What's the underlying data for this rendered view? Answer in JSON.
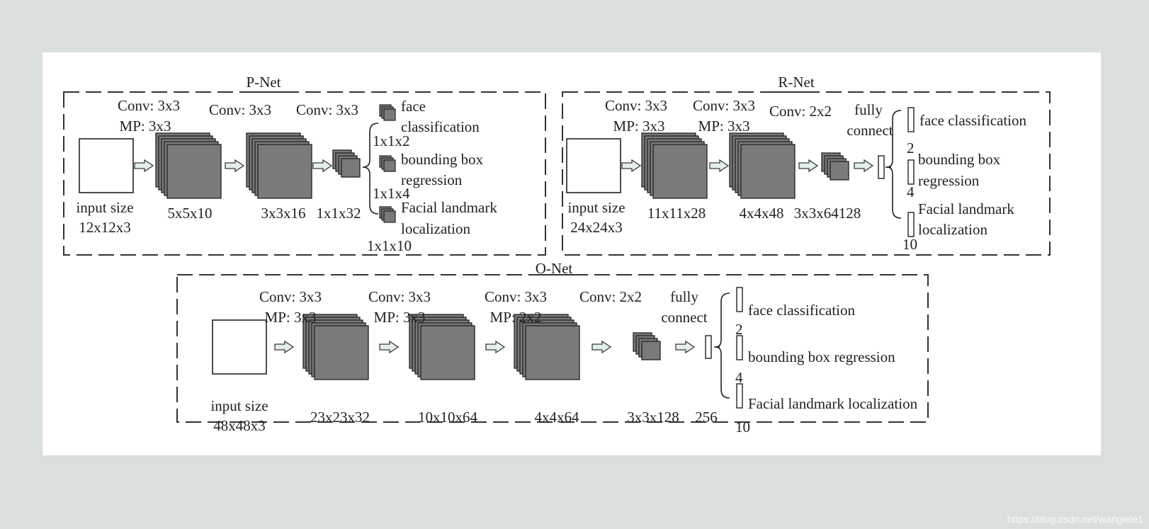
{
  "pnet": {
    "title": "P-Net",
    "layer1_conv": "Conv: 3x3",
    "layer1_mp": "MP: 3x3",
    "layer2_conv": "Conv: 3x3",
    "layer3_conv": "Conv: 3x3",
    "input_line1": "input size",
    "input_line2": "12x12x3",
    "size1": "5x5x10",
    "size2": "3x3x16",
    "size3": "1x1x32",
    "out1_line1": "face",
    "out1_line2": "classification",
    "out1_size": "1x1x2",
    "out2_line1": "bounding box",
    "out2_line2": "regression",
    "out2_size": "1x1x4",
    "out3_line1": "Facial landmark",
    "out3_line2": "localization",
    "out3_size": "1x1x10"
  },
  "rnet": {
    "title": "R-Net",
    "layer1_conv": "Conv: 3x3",
    "layer1_mp": "MP: 3x3",
    "layer2_conv": "Conv: 3x3",
    "layer2_mp": "MP: 3x3",
    "layer3_conv": "Conv: 2x2",
    "fc_line1": "fully",
    "fc_line2": "connect",
    "input_line1": "input size",
    "input_line2": "24x24x3",
    "size1": "11x11x28",
    "size2": "4x4x48",
    "size3": "3x3x64128",
    "out1": "face classification",
    "out1_size": "2",
    "out2_line1": "bounding box",
    "out2_line2": "regression",
    "out2_size": "4",
    "out3_line1": "Facial landmark",
    "out3_line2": "localization",
    "out3_size": "10"
  },
  "onet": {
    "title": "O-Net",
    "layer1_conv": "Conv: 3x3",
    "layer1_mp": "MP: 3x3",
    "layer2_conv": "Conv: 3x3",
    "layer2_mp": "MP: 3x3",
    "layer3_conv": "Conv: 3x3",
    "layer3_mp": "MP: 2x2",
    "layer4_conv": "Conv: 2x2",
    "fc_line1": "fully",
    "fc_line2": "connect",
    "input_line1": "input size",
    "input_line2": "48x48x3",
    "size1": "23x23x32",
    "size2": "10x10x64",
    "size3": "4x4x64",
    "size4": "3x3x128",
    "size5": "256",
    "out1": "face classification",
    "out1_size": "2",
    "out2": "bounding box regression",
    "out2_size": "4",
    "out3": "Facial landmark localization",
    "out3_size": "10"
  },
  "watermark": "https://blog.csdn.net/wanglele1",
  "colors": {
    "page_background": "#d8dfdc",
    "panel_background": "#ffffff",
    "feature_map_fill": "#7a7a7a",
    "arrow_fill": "#e3efe9"
  }
}
